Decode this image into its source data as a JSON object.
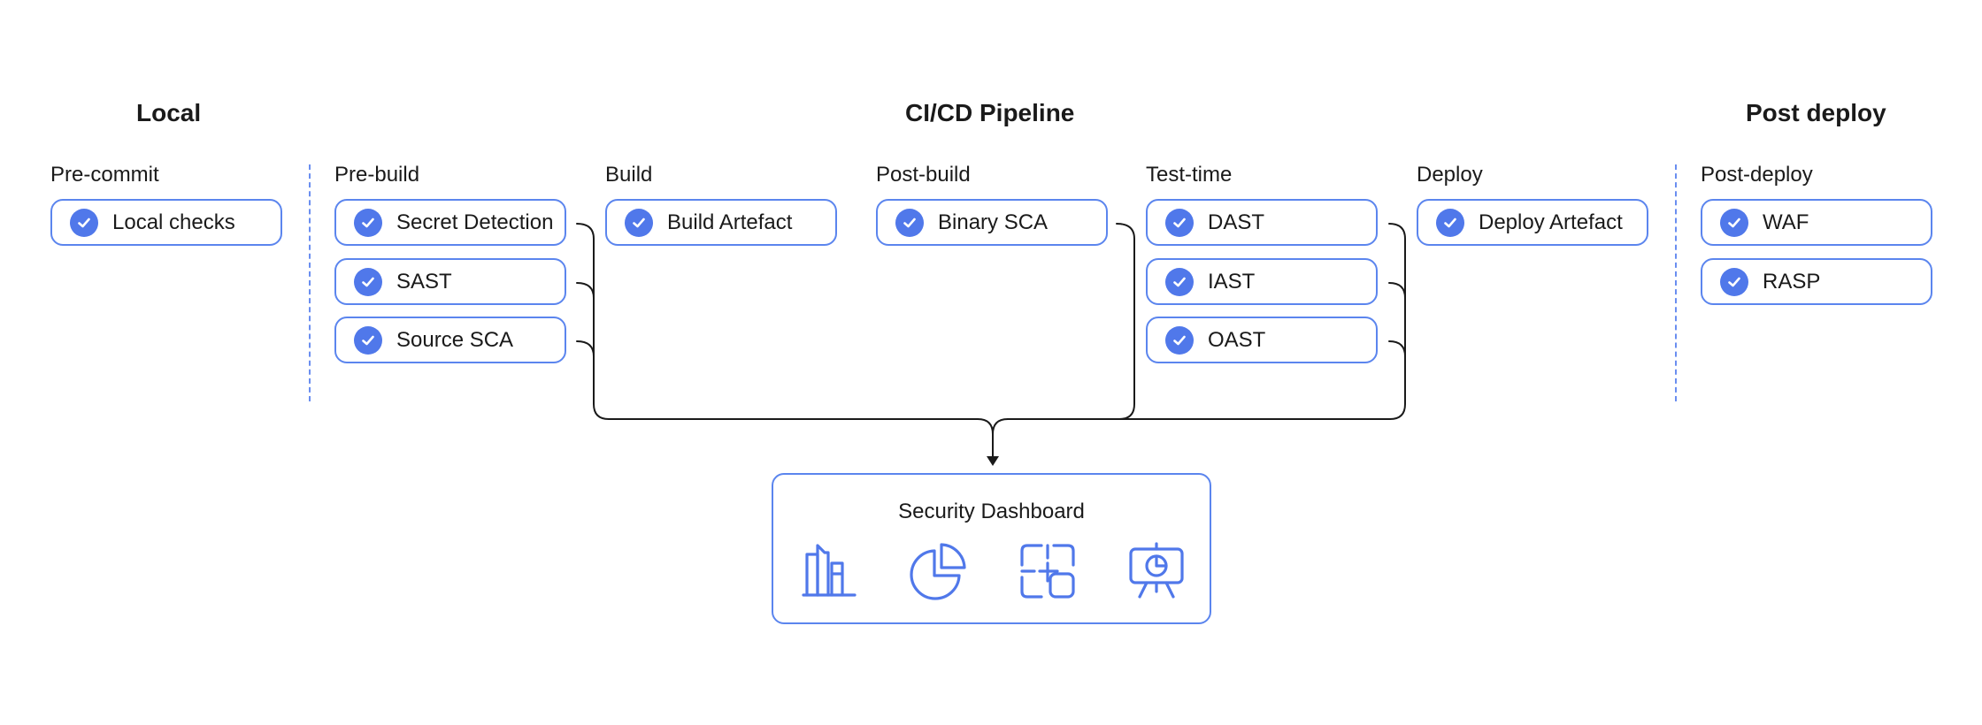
{
  "sections": {
    "local": "Local",
    "cicd": "CI/CD Pipeline",
    "post_deploy": "Post deploy"
  },
  "stages": {
    "pre_commit": {
      "label": "Pre-commit",
      "items": [
        "Local checks"
      ]
    },
    "pre_build": {
      "label": "Pre-build",
      "items": [
        "Secret Detection",
        "SAST",
        "Source SCA"
      ]
    },
    "build": {
      "label": "Build",
      "items": [
        "Build Artefact"
      ]
    },
    "post_build": {
      "label": "Post-build",
      "items": [
        "Binary SCA"
      ]
    },
    "test_time": {
      "label": "Test-time",
      "items": [
        "DAST",
        "IAST",
        "OAST"
      ]
    },
    "deploy": {
      "label": "Deploy",
      "items": [
        "Deploy Artefact"
      ]
    },
    "post_deploy": {
      "label": "Post-deploy",
      "items": [
        "WAF",
        "RASP"
      ]
    }
  },
  "dashboard": {
    "title": "Security Dashboard",
    "icons": [
      "bar-chart-icon",
      "pie-chart-icon",
      "grid-layout-icon",
      "presentation-board-icon"
    ]
  },
  "colors": {
    "accent": "#5078ea",
    "border": "#5b85ee",
    "connector": "#1a1a1a",
    "text": "#1a1a1a"
  }
}
